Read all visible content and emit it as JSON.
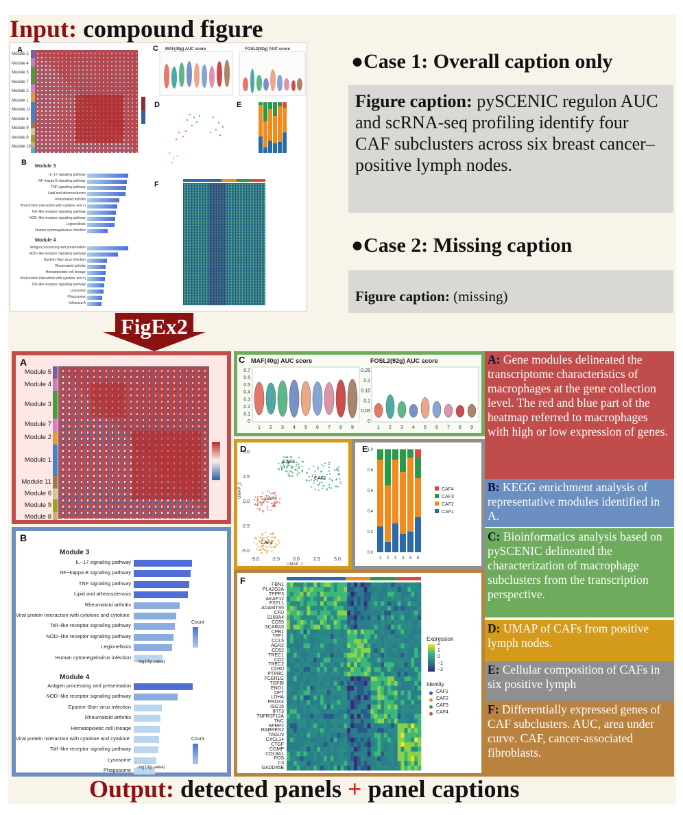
{
  "titles": {
    "input_prefix": "Input:",
    "input_rest": "compound figure",
    "output_prefix": "Output:",
    "output_mid": "detected panels",
    "output_plus": "+",
    "output_rest": "panel captions"
  },
  "arrow": {
    "label": "FigEx2"
  },
  "case1": {
    "bullet": "●",
    "title": "Case 1: Overall caption only",
    "caption_label": "Figure caption:",
    "caption_text": "pySCENIC regulon AUC and scRNA-seq profiling identify four CAF subclusters across six breast cancer–positive lymph nodes."
  },
  "case2": {
    "bullet": "●",
    "title": "Case 2: Missing caption",
    "caption_label": "Figure caption:",
    "caption_text": "(missing)"
  },
  "panel_letters": {
    "a": "A",
    "b": "B",
    "c": "C",
    "d": "D",
    "e": "E",
    "f": "F"
  },
  "heatmap": {
    "modules": [
      "Module 5",
      "Module 4",
      "Module 3",
      "Module 7",
      "Module 2",
      "Module 1",
      "Module 11",
      "Module 6",
      "Module 9",
      "Module 8",
      "Module 10"
    ],
    "module_colors": [
      "#7b5fa0",
      "#c87fb0",
      "#4d9a3a",
      "#d97fbf",
      "#e09a3a",
      "#4a7fc4",
      "#a07850",
      "#d6c2a0",
      "#9fa020",
      "#c8b070",
      "#49b6c0"
    ]
  },
  "violin": {
    "title_left": "MAF(40g)  AUC score",
    "title_right": "FOSL2(92g)  AUC score",
    "ticks_x": [
      "1",
      "2",
      "3",
      "4",
      "5",
      "6",
      "7",
      "8",
      "9"
    ],
    "ticks_y_left": [
      "0.7",
      "0.6",
      "0.5",
      "0.4",
      "0.3",
      "0.2",
      "0.1",
      "0"
    ],
    "ticks_y_right": [
      "0.25",
      "0.2",
      "0.15",
      "0.1",
      "0.05",
      "0"
    ],
    "colors": [
      "#e26a5a",
      "#3aa09a",
      "#4cb07a",
      "#6a86c2",
      "#e8a07a",
      "#7a9cd2",
      "#d88aa2",
      "#c63a3a",
      "#a07a5a"
    ]
  },
  "umap": {
    "ticks_x": [
      "-5.0",
      "-2.5",
      "0.0",
      "2.5",
      "5.0"
    ],
    "ticks_y": [
      "5.0",
      "2.5",
      "0.0",
      "-2.5",
      "-5.0"
    ],
    "xlabel": "UMAP_1",
    "ylabel": "UMAP_2",
    "clusters": [
      "CAF3",
      "CAF1",
      "CAF4",
      "CAF2"
    ]
  },
  "composition": {
    "legend": [
      "CAF4",
      "CAF3",
      "CAF2",
      "CAF1"
    ],
    "legend_colors": [
      "#e0483c",
      "#2a9a4a",
      "#f08c1e",
      "#2a6aa8"
    ],
    "ticks_y": [
      "1.0",
      "0.8",
      "0.6",
      "0.4",
      "0.2",
      "0.0"
    ],
    "ticks_x": [
      "1",
      "2",
      "3",
      "4",
      "5",
      "6"
    ]
  },
  "genes": {
    "list": [
      "FBN1",
      "PLA2G2A",
      "TPPP3",
      "AKAP12",
      "FSTL1",
      "ADAMTS5",
      "CFD",
      "S100A4",
      "CD55",
      "SCARA5",
      "CPB1",
      "TFF1",
      "CCL5",
      "AGR2",
      "CD52",
      "TREC1",
      "CD2",
      "TREC2",
      "CD3D",
      "PTPRC",
      "FCER1G",
      "TGFBI",
      "ENO1",
      "DPT",
      "LDHA",
      "PRDX4",
      "ISG15",
      "IFIT3",
      "TNFRSF12A",
      "TNC",
      "SFRP2",
      "RARRES2",
      "TAGLN",
      "CXCL14",
      "CTGF",
      "COMP",
      "COL8A1",
      "FOS",
      "C3",
      "GADD45B"
    ],
    "expression_label": "Expression",
    "expression_ticks": [
      "2",
      "1",
      "0",
      "−1",
      "−2"
    ],
    "identity_label": "Identity",
    "identity": [
      "CAF1",
      "CAF2",
      "CAF3",
      "CAF4"
    ],
    "identity_colors": [
      "#2a6aa8",
      "#f08c1e",
      "#2a9a4a",
      "#e0483c"
    ]
  },
  "kegg": {
    "module3_title": "Module 3",
    "module3": [
      "IL−17 signaling pathway",
      "NF−kappa B signaling pathway",
      "TNF signaling pathway",
      "Lipid and atherosclerosis",
      "Rheumatoid arthritis",
      "Viral protein interaction with cytokine and cytokine receptor",
      "Toll−like receptor signaling pathway",
      "NOD−like receptor signaling pathway",
      "Legionellosis",
      "Human cytomegalovirus infection"
    ],
    "module3_values": [
      0.94,
      0.92,
      0.9,
      0.88,
      0.74,
      0.69,
      0.67,
      0.64,
      0.62,
      0.47
    ],
    "module4_title": "Module 4",
    "module4": [
      "Antigen processing and presentation",
      "NOD−like receptor signaling pathway",
      "Epstein−Barr virus infection",
      "Rheumatoid arthritis",
      "Hematopoietic cell lineage",
      "Viral protein interaction with cytokine and cytokine receptor",
      "Toll−like receptor signaling pathway",
      "Lysosome",
      "Phagosome",
      "Influenza A"
    ],
    "module4_values": [
      0.95,
      0.71,
      0.46,
      0.43,
      0.42,
      0.41,
      0.4,
      0.37,
      0.35,
      0.33
    ],
    "count_label": "Count",
    "xlabel": "−log10(p.value)"
  },
  "captions": {
    "a_label": "A:",
    "a_text": "Gene modules delineated the transcriptome characteristics of macrophages at the gene collection level. The red and blue part of the heatmap referred to macrophages with high or low expression of genes.",
    "b_label": "B:",
    "b_text": "KEGG enrichment analysis of representative modules identified in A.",
    "c_label": "C:",
    "c_text": "Bioinformatics analysis based on pySCENIC delineated the characterization of macrophage subclusters from the transcription perspective.",
    "d_label": "D:",
    "d_text": "UMAP of CAFs from positive lymph nodes.",
    "e_label": "E:",
    "e_text": "Cellular composition of CAFs in six positive lymph",
    "f_label": "F:",
    "f_text": "Differentially expressed genes of CAF subclusters. AUC, area under curve. CAF, cancer-associated fibroblasts."
  },
  "colors": {
    "dark_red": "#8b1212",
    "panel_a": "#c04d4c",
    "panel_b": "#6b8fc0",
    "panel_c": "#6eab5c",
    "panel_d": "#d49a1a",
    "panel_e": "#8f8f8f",
    "panel_f": "#b9823f"
  }
}
